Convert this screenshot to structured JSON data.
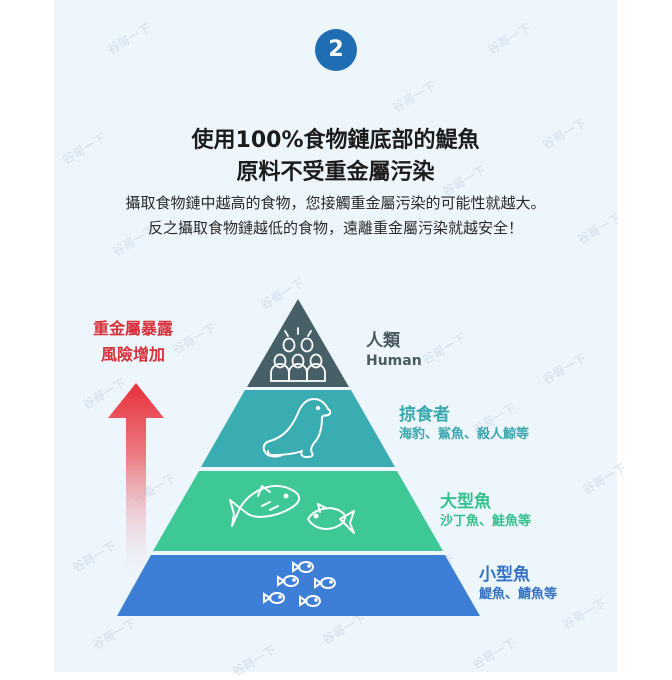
{
  "step": {
    "number": "2"
  },
  "title": {
    "line1": "使用100%食物鏈底部的鯷魚",
    "line2": "原料不受重金屬污染"
  },
  "subtitle": {
    "line1": "攝取食物鏈中越高的食物，您接觸重金屬污染的可能性就越大。",
    "line2": "反之攝取食物鏈越低的食物，遠離重金屬污染就越安全！"
  },
  "risk_arrow": {
    "line1": "重金屬暴露",
    "line2": "風險增加",
    "color": "#d8303a",
    "icon": "up-arrow-icon"
  },
  "pyramid": {
    "tiers": [
      {
        "title": "人類",
        "subtitle": "Human",
        "color": "#476068",
        "label_color": "#4a5a60",
        "icon": "people-group-icon"
      },
      {
        "title": "掠食者",
        "subtitle": "海豹、鯊魚、殺人鯨等",
        "color": "#3aadb3",
        "label_color": "#3aa8ae",
        "icon": "seal-icon"
      },
      {
        "title": "大型魚",
        "subtitle": "沙丁魚、鮭魚等",
        "color": "#3ec896",
        "label_color": "#36c08e",
        "icon": "large-fish-icon"
      },
      {
        "title": "小型魚",
        "subtitle": "鯷魚、鯖魚等",
        "color": "#3d7fd6",
        "label_color": "#3473c4",
        "icon": "small-fish-school-icon"
      }
    ]
  },
  "watermark": "谷哥一下"
}
